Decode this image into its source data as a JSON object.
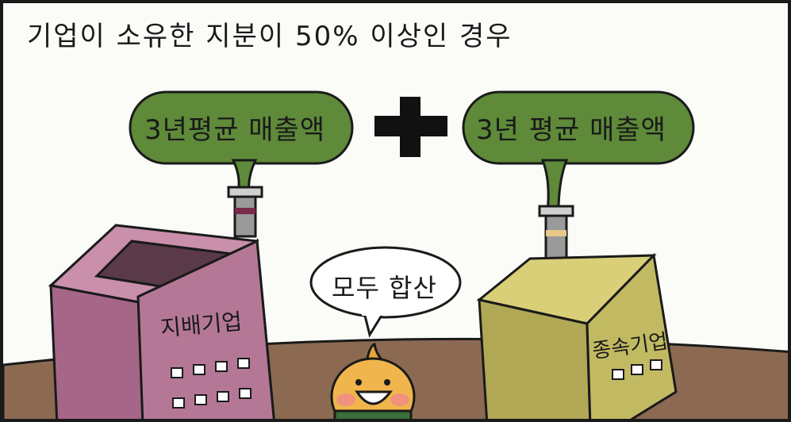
{
  "caption": "기업이 소유한 지분이 50% 이상인 경우",
  "left_cloud": {
    "text": "3년평균 매출액"
  },
  "right_cloud": {
    "text": "3년 평균 매출액"
  },
  "speech": {
    "text": "모두 합산"
  },
  "left_building": {
    "label": "지배기업"
  },
  "right_building": {
    "label": "종속기업"
  },
  "colors": {
    "ground": "#8c6a52",
    "cloud": "#5e8a3a",
    "left_building": "#b47896",
    "right_building": "#c2ba62",
    "character": "#e7a43a",
    "outline": "#1a1a1a"
  }
}
